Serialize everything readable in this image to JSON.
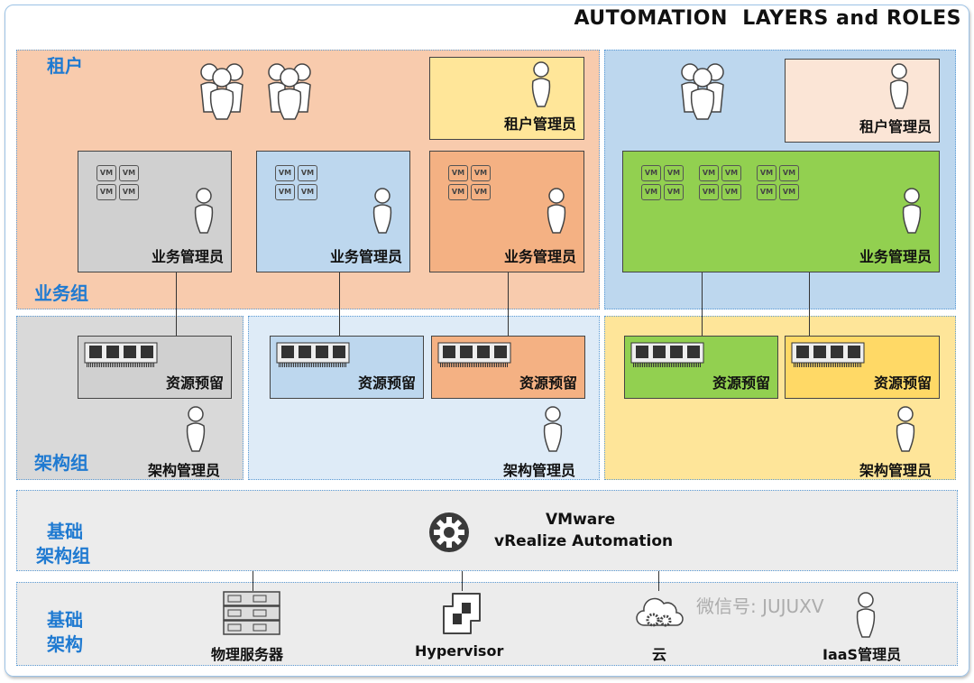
{
  "title": "AUTOMATION  LAYERS and ROLES",
  "labels": {
    "tenant": "租户",
    "business_group": "业务组",
    "fabric_group": "架构组",
    "infra_group_1": "基础",
    "infra_group_2": "架构组",
    "infra_1": "基础",
    "infra_2": "架构"
  },
  "tenant_admin": "租户管理员",
  "business_admin": "业务管理员",
  "reservation": "资源预留",
  "fabric_admin": "架构管理员",
  "vm": "VM",
  "vra": {
    "line1": "VMware",
    "line2": "vRealize Automation"
  },
  "infra": {
    "physical": "物理服务器",
    "hypervisor": "Hypervisor",
    "cloud": "云",
    "iaas_admin": "IaaS管理员"
  },
  "watermark": "微信号: JUJUXV",
  "colors": {
    "tenant_left": "#f8cbad",
    "tenant_right": "#bdd7ee",
    "gray": "#d0d0d0",
    "blue": "#bdd7ee",
    "orange": "#f4b183",
    "green": "#92d050",
    "yellow": "#ffd966",
    "accent": "#1f7ad1"
  }
}
